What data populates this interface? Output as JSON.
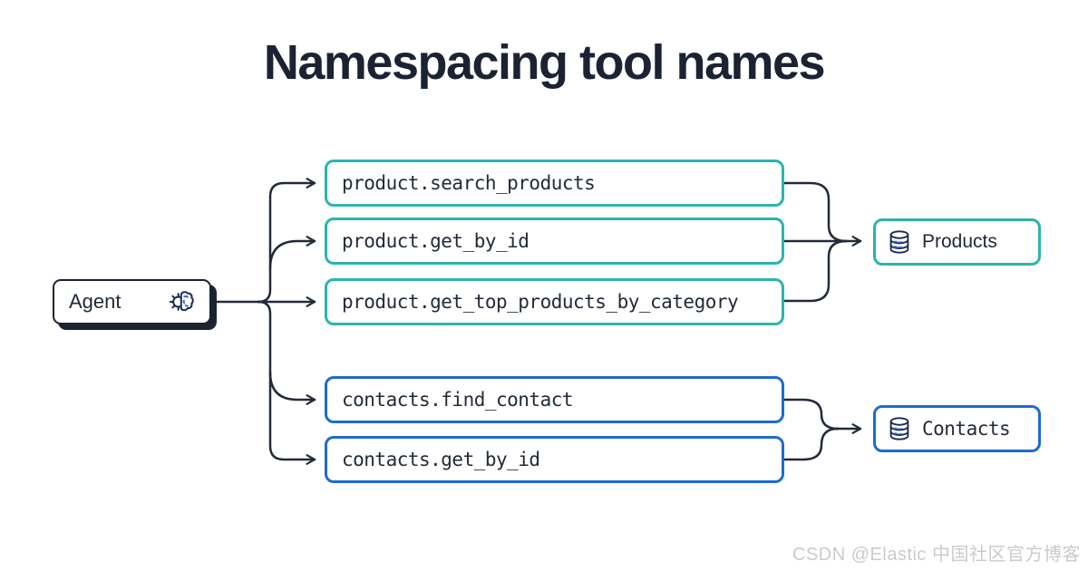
{
  "title": "Namespacing tool names",
  "agent": {
    "label": "Agent",
    "icon": "gear-brain-icon"
  },
  "tools": [
    {
      "label": "product.search_products",
      "group": "products"
    },
    {
      "label": "product.get_by_id",
      "group": "products"
    },
    {
      "label": "product.get_top_products_by_category",
      "group": "products"
    },
    {
      "label": "contacts.find_contact",
      "group": "contacts"
    },
    {
      "label": "contacts.get_by_id",
      "group": "contacts"
    }
  ],
  "targets": [
    {
      "label": "Products",
      "icon": "database-icon",
      "group": "products",
      "accent": "#2ab5ad"
    },
    {
      "label": "Contacts",
      "icon": "database-icon",
      "group": "contacts",
      "accent": "#1e6bd0"
    }
  ],
  "watermark": "CSDN @Elastic 中国社区官方博客",
  "colors": {
    "teal": "#2ab5ad",
    "blue": "#1e6bd0",
    "ink": "#222b38",
    "line": "#232b39",
    "agent_border": "#1b2330",
    "watermark": "#cbcbcb"
  }
}
